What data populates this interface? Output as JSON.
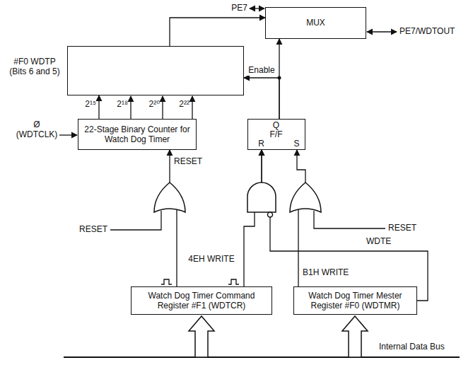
{
  "diagram": {
    "nodes": [
      {
        "text": [
          "MUX"
        ]
      },
      {
        "text": [
          "#F0 WDTP (Bits 6 and 5)"
        ]
      },
      {
        "text": [
          "22-Stage Binary Counter for Watch Dog Timer"
        ]
      },
      {
        "text": [
          "Q",
          "F/F",
          "R",
          "S"
        ]
      },
      {
        "text": [
          "Watch Dog Timer Command Register #F1 (WDTCR)"
        ]
      },
      {
        "text": [
          "Watch Dog Timer Mester Register #F0 (WDTMR)"
        ]
      }
    ],
    "edges": [
      {
        "from": 1,
        "to": 0,
        "arrow": "to"
      },
      {
        "from": 3,
        "to": 0,
        "arrow": "to"
      },
      {
        "from": 3,
        "to": 1,
        "arrow": "to",
        "label": "Enable"
      },
      {
        "from": 2,
        "to": 1,
        "arrow": "to"
      },
      {
        "from": 4,
        "to": 2,
        "arrow": "to"
      },
      {
        "from": 4,
        "to": 3,
        "arrow": "to"
      },
      {
        "from": 5,
        "to": 3,
        "arrow": "to"
      },
      {
        "from": 5,
        "to": 3,
        "arrow": "to"
      }
    ],
    "labels": [
      "PE7",
      "PE7/WDTOUT",
      "Ø (WDTCLK)",
      "2¹⁵",
      "2¹⁸",
      "2²⁰",
      "2²²",
      "RESET",
      "RESET",
      "4EH WRITE",
      "RESET",
      "WDTE",
      "B1H WRITE",
      "Internal Data Bus"
    ]
  }
}
